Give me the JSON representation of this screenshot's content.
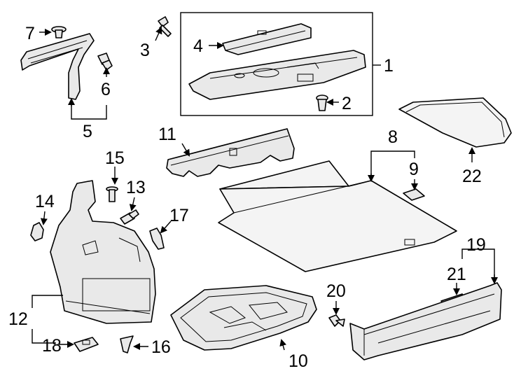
{
  "diagram": {
    "callouts": {
      "c1": "1",
      "c2": "2",
      "c3": "3",
      "c4": "4",
      "c5": "5",
      "c6": "6",
      "c7": "7",
      "c8": "8",
      "c9": "9",
      "c10": "10",
      "c11": "11",
      "c12": "12",
      "c13": "13",
      "c14": "14",
      "c15": "15",
      "c16": "16",
      "c17": "17",
      "c18": "18",
      "c19": "19",
      "c20": "20",
      "c21": "21",
      "c22": "22"
    }
  }
}
